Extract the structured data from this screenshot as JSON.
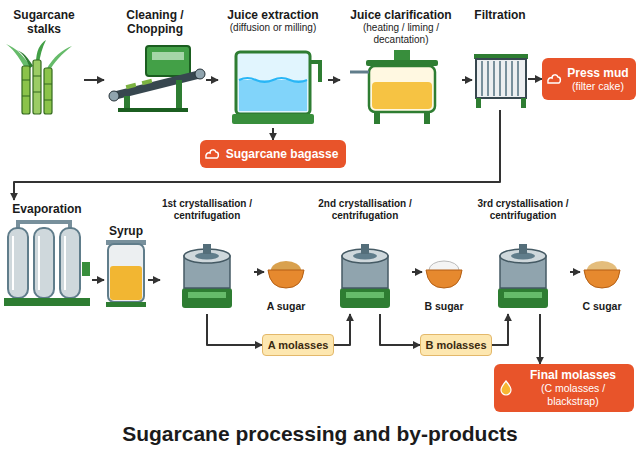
{
  "diagram": {
    "title": "Sugarcane processing and by-products",
    "nodes": [
      {
        "text": [
          "Sugarcane stalks"
        ]
      },
      {
        "text": [
          "Cleaning / Chopping"
        ]
      },
      {
        "text": [
          "Juice extraction",
          "(diffusion or milling)"
        ]
      },
      {
        "text": [
          "Sugarcane bagasse"
        ]
      },
      {
        "text": [
          "Juice clarification",
          "(heating / liming / decantation)"
        ]
      },
      {
        "text": [
          "Filtration"
        ]
      },
      {
        "text": [
          "Press mud",
          "(filter cake)"
        ]
      },
      {
        "text": [
          "Evaporation"
        ]
      },
      {
        "text": [
          "Syrup"
        ]
      },
      {
        "text": [
          "1st crystallisation / centrifugation"
        ]
      },
      {
        "text": [
          "A sugar"
        ]
      },
      {
        "text": [
          "2nd crystallisation / centrifugation"
        ]
      },
      {
        "text": [
          "B sugar"
        ]
      },
      {
        "text": [
          "3rd crystallisation / centrifugation"
        ]
      },
      {
        "text": [
          "C sugar"
        ]
      },
      {
        "text": [
          "A molasses"
        ]
      },
      {
        "text": [
          "B molasses"
        ]
      },
      {
        "text": [
          "Final molasses",
          "(C molasses / blackstrap)"
        ]
      }
    ],
    "edges": [
      {
        "from": 0,
        "to": 1,
        "arrow": "to"
      },
      {
        "from": 1,
        "to": 2,
        "arrow": "to"
      },
      {
        "from": 2,
        "to": 3,
        "arrow": "to"
      },
      {
        "from": 2,
        "to": 4,
        "arrow": "to"
      },
      {
        "from": 4,
        "to": 5,
        "arrow": "to"
      },
      {
        "from": 5,
        "to": 6,
        "arrow": "to"
      },
      {
        "from": 5,
        "to": 7,
        "arrow": "to"
      },
      {
        "from": 7,
        "to": 8,
        "arrow": "to"
      },
      {
        "from": 8,
        "to": 9,
        "arrow": "to"
      },
      {
        "from": 9,
        "to": 10,
        "arrow": "to"
      },
      {
        "from": 9,
        "to": 15,
        "arrow": "to"
      },
      {
        "from": 15,
        "to": 11,
        "arrow": "to"
      },
      {
        "from": 11,
        "to": 12,
        "arrow": "to"
      },
      {
        "from": 11,
        "to": 16,
        "arrow": "to"
      },
      {
        "from": 16,
        "to": 13,
        "arrow": "to"
      },
      {
        "from": 13,
        "to": 14,
        "arrow": "to"
      },
      {
        "from": 13,
        "to": 17,
        "arrow": "to"
      }
    ]
  }
}
